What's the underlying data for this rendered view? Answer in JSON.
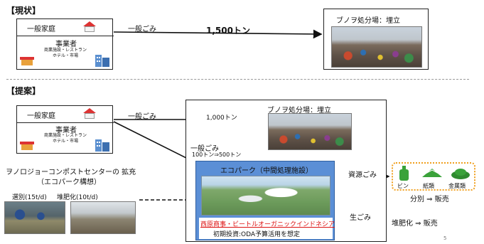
{
  "current": {
    "section_label": "【現状】",
    "household_label": "一般家庭",
    "business_title": "事業者",
    "business_line1": "商業施設・レストラン",
    "business_line2": "ホテル・市場",
    "flow_label": "一般ごみ",
    "amount": "1,500トン",
    "site_label": "ブノヲ処分場：埋立"
  },
  "proposal": {
    "section_label": "【提案】",
    "household_label": "一般家庭",
    "business_title": "事業者",
    "business_line1": "商業施設・レストラン",
    "business_line2": "ホテル・市場",
    "flow_label": "一般ごみ",
    "landfill_amount": "1,000トン",
    "site_label": "ブノヲ処分場：埋立",
    "to_eco_label": "一般ごみ",
    "to_eco_amount": "100トン⇒500トン",
    "compost_center_title": "ヲノロジョーコンポストセンターの 拡充",
    "compost_center_sub": "（エコパーク構想）",
    "sorting_label": "選別(15t/d)",
    "composting_label": "堆肥化(10t/d)",
    "ecopark_title": "エコパーク（中間処理施設）",
    "ecopark_companies": "西原商事・ビートルオーガニックインドネシア",
    "ecopark_investment": "初期投資:ODA予算活用を想定",
    "resource_label": "資源ごみ",
    "bottle_label": "ビン",
    "paper_label": "紙類",
    "metal_label": "金属類",
    "sort_sell_label": "分別 ⇒ 販売",
    "raw_label": "生ごみ",
    "compost_sell_label": "堆肥化 ⇒ 販売"
  },
  "page_number": "5",
  "colors": {
    "highlight_border": "#f0a020",
    "ecopark_fill": "#5b8fd6",
    "recycle_green": "#3aa23a",
    "companies_red": "#d11111"
  }
}
